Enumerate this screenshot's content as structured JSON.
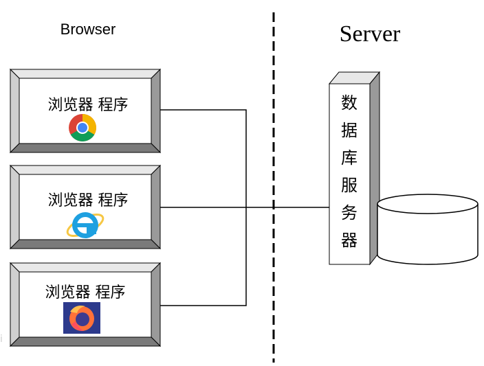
{
  "browser_side": {
    "title": "Browser",
    "clients": [
      {
        "label": "浏览器 程序",
        "icon": "chrome-icon"
      },
      {
        "label": "浏览器 程序",
        "icon": "internet-explorer-icon"
      },
      {
        "label": "浏览器 程序",
        "icon": "firefox-icon"
      }
    ]
  },
  "server_side": {
    "title": "Server",
    "db_server_label": [
      "数",
      "据",
      "库",
      "服",
      "务",
      "器"
    ],
    "storage": "database-cylinder-icon"
  },
  "colors": {
    "line": "#000000",
    "box_face": "#ffffff",
    "box_light": "#e8e8e8",
    "box_mid": "#c8c8c8",
    "box_dark": "#7a7a7a",
    "chrome_red": "#db4437",
    "chrome_yellow": "#f4b400",
    "chrome_green": "#0f9d58",
    "chrome_blue": "#4285f4",
    "ie_blue": "#1ea0e0",
    "ie_gold": "#f6c744",
    "firefox_orange": "#ff7139",
    "firefox_purple": "#3d3b8f"
  }
}
